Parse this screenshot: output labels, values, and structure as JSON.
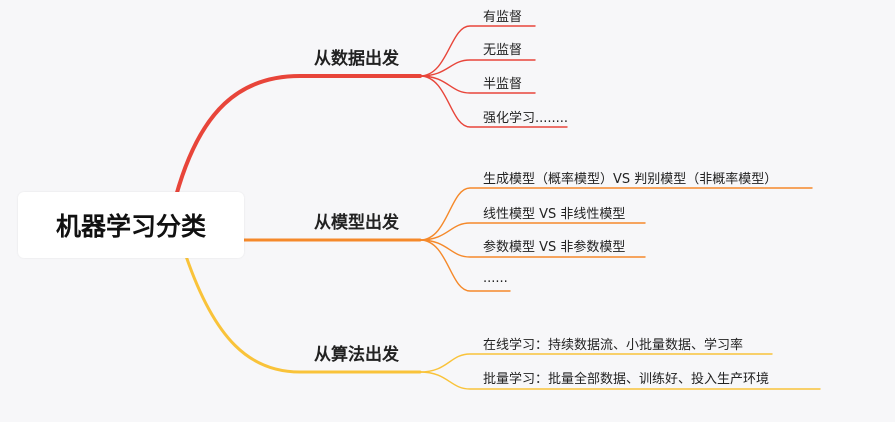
{
  "colors": {
    "background": "#f7f7f9",
    "branch_data": "#e8453a",
    "branch_model": "#f5892a",
    "branch_algorithm": "#f9c33a"
  },
  "root": {
    "label": "机器学习分类"
  },
  "branches": [
    {
      "label": "从数据出发",
      "leaves": [
        "有监督",
        "无监督",
        "半监督",
        "强化学习........"
      ]
    },
    {
      "label": "从模型出发",
      "leaves": [
        "生成模型（概率模型）VS 判别模型（非概率模型）",
        "线性模型 VS 非线性模型",
        "参数模型 VS 非参数模型",
        "......"
      ]
    },
    {
      "label": "从算法出发",
      "leaves": [
        "在线学习：持续数据流、小批量数据、学习率",
        "批量学习：批量全部数据、训练好、投入生产环境"
      ]
    }
  ]
}
